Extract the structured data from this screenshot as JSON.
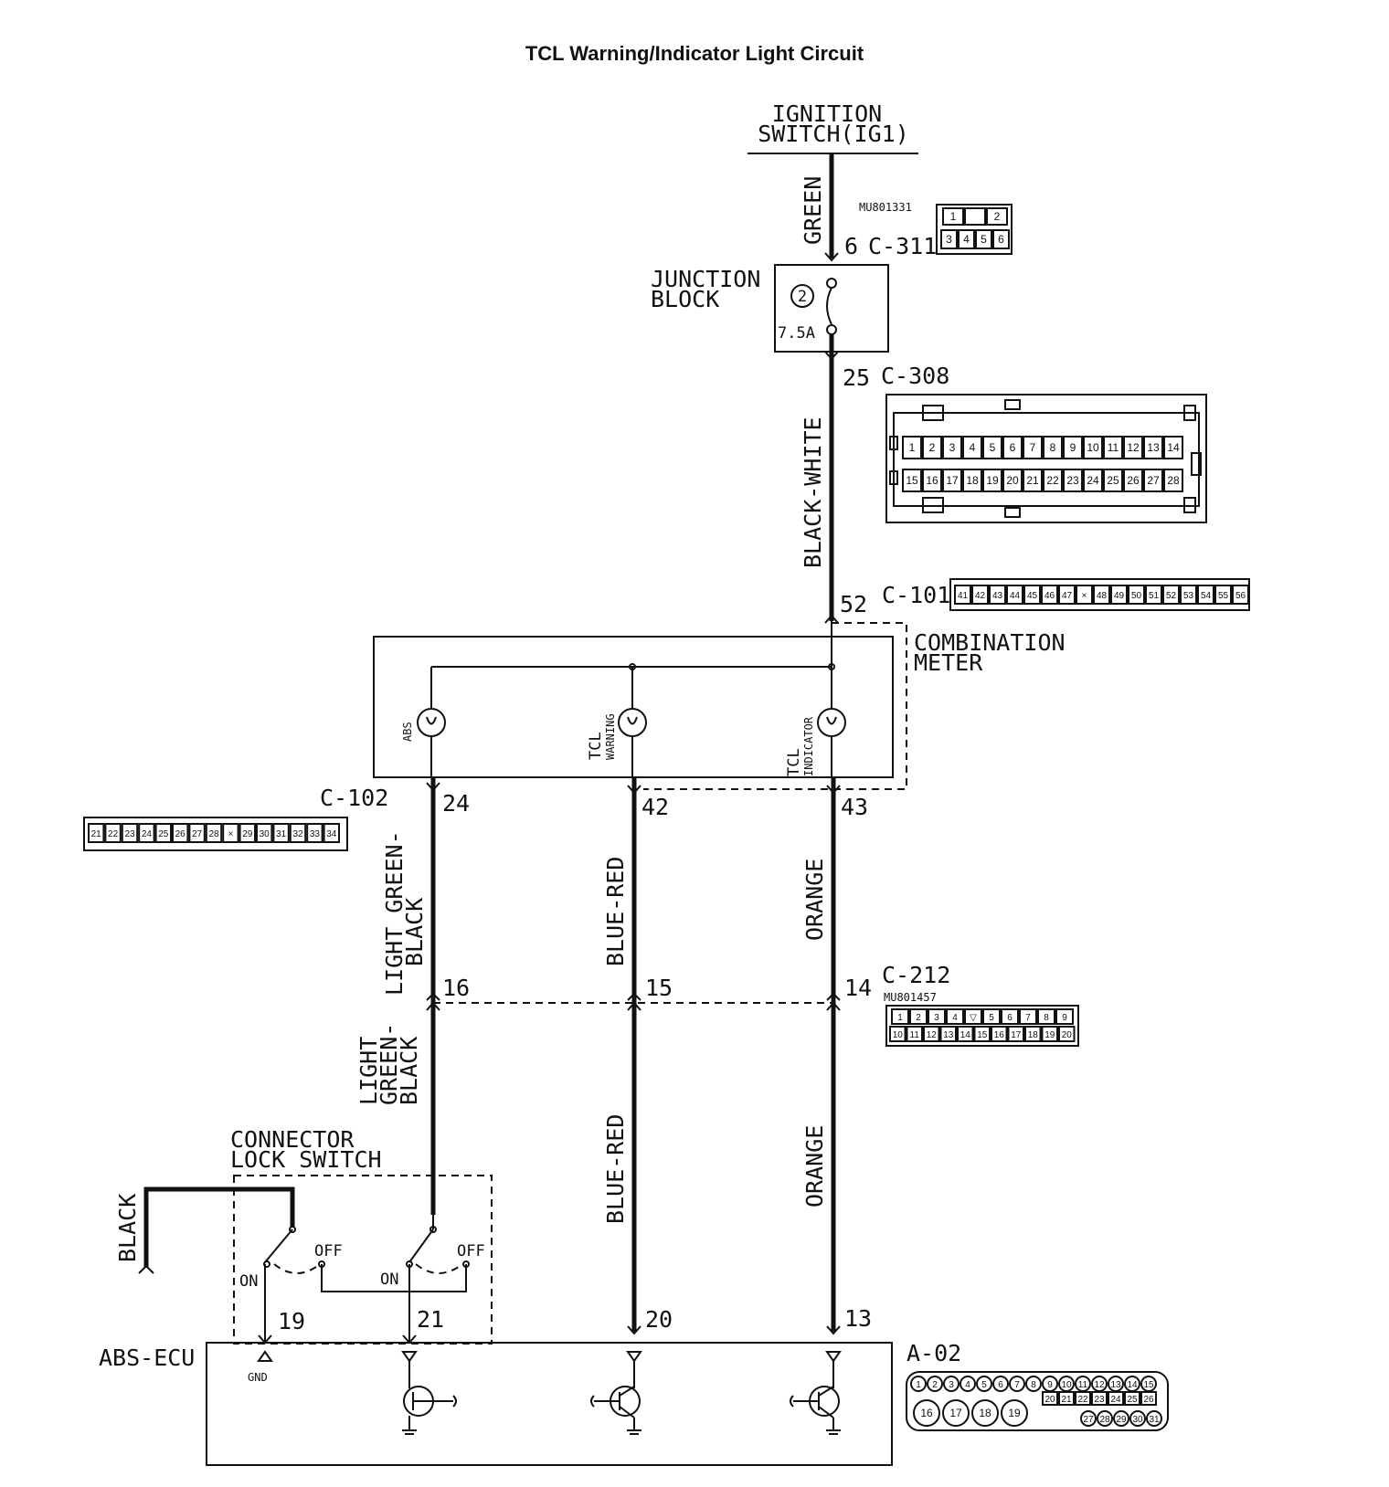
{
  "title": "TCL Warning/Indicator Light Circuit",
  "ignition": {
    "line1": "IGNITION",
    "line2": "SWITCH(IG1)"
  },
  "wires": {
    "green": "GREEN",
    "black_white": "BLACK-WHITE",
    "light_green_black_a": {
      "line1": "LIGHT GREEN-",
      "line2": "BLACK"
    },
    "light_green_black_b": {
      "line1": "LIGHT",
      "line2": "GREEN-",
      "line3": "BLACK"
    },
    "blue_red": "BLUE-RED",
    "orange": "ORANGE",
    "black": "BLACK"
  },
  "junction_block": {
    "line1": "JUNCTION",
    "line2": "BLOCK",
    "fuse_no": "2",
    "fuse_rating": "7.5A"
  },
  "combination_meter": {
    "line1": "COMBINATION",
    "line2": "METER"
  },
  "lamps": {
    "abs": "ABS",
    "tcl_warning": {
      "line1": "TCL",
      "line2": "WARNING"
    },
    "tcl_indicator": {
      "line1": "TCL",
      "line2": "INDICATOR"
    }
  },
  "connector_lock_switch": {
    "line1": "CONNECTOR",
    "line2": "LOCK SWITCH"
  },
  "switch_states": {
    "on": "ON",
    "off": "OFF"
  },
  "abs_ecu": {
    "label": "ABS-ECU",
    "gnd": "GND"
  },
  "connectors": {
    "c311": {
      "name": "C-311",
      "pin": "6",
      "part_no": "MU801331",
      "pins_top": [
        "1",
        "",
        "2"
      ],
      "pins_bottom": [
        "3",
        "4",
        "5",
        "6"
      ]
    },
    "c308": {
      "name": "C-308",
      "pin": "25",
      "pins_top": [
        "1",
        "2",
        "3",
        "4",
        "5",
        "6",
        "7",
        "8",
        "9",
        "10",
        "11",
        "12",
        "13",
        "14"
      ],
      "pins_bottom": [
        "15",
        "16",
        "17",
        "18",
        "19",
        "20",
        "21",
        "22",
        "23",
        "24",
        "25",
        "26",
        "27",
        "28"
      ]
    },
    "c101": {
      "name": "C-101",
      "pin": "52",
      "pins": [
        "41",
        "42",
        "43",
        "44",
        "45",
        "46",
        "47",
        "×",
        "48",
        "49",
        "50",
        "51",
        "52",
        "53",
        "54",
        "55",
        "56"
      ]
    },
    "c102": {
      "name": "C-102",
      "pin_abs": "24",
      "pin_warning": "42",
      "pin_indicator": "43",
      "pins": [
        "21",
        "22",
        "23",
        "24",
        "25",
        "26",
        "27",
        "28",
        "×",
        "29",
        "30",
        "31",
        "32",
        "33",
        "34"
      ]
    },
    "c212": {
      "name": "C-212",
      "part_no": "MU801457",
      "pin_lgb": "16",
      "pin_br": "15",
      "pin_or": "14",
      "pins_top": [
        "1",
        "2",
        "3",
        "4",
        "▽",
        "5",
        "6",
        "7",
        "8",
        "9"
      ],
      "pins_bottom": [
        "10",
        "11",
        "12",
        "13",
        "14",
        "15",
        "16",
        "17",
        "18",
        "19",
        "20"
      ]
    },
    "a02": {
      "name": "A-02",
      "pin_gnd": "19",
      "pin_lgb": "21",
      "pin_br": "20",
      "pin_or": "13",
      "pins_top": [
        "1",
        "2",
        "3",
        "4",
        "5",
        "6",
        "7",
        "8",
        "9",
        "10",
        "11",
        "12",
        "13",
        "14",
        "15"
      ],
      "pins_mid": [
        "20",
        "21",
        "22",
        "23",
        "24",
        "25",
        "26"
      ],
      "pins_big": [
        "16",
        "17",
        "18",
        "19"
      ],
      "pins_bottom": [
        "27",
        "28",
        "29",
        "30",
        "31"
      ]
    }
  }
}
